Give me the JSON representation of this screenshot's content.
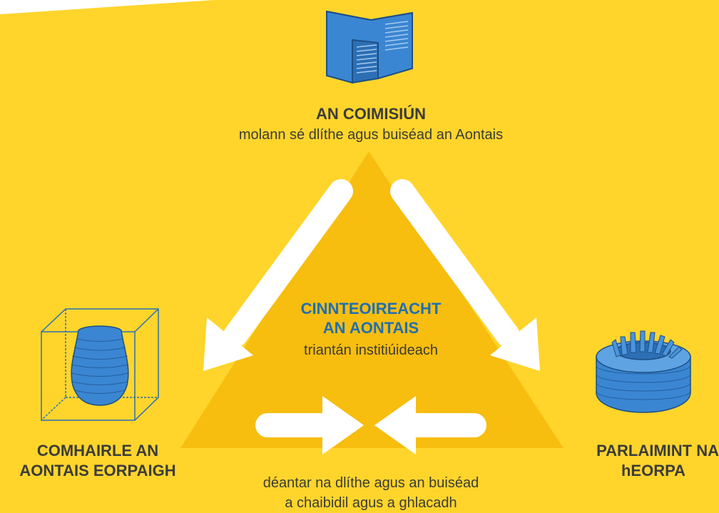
{
  "commission": {
    "title": "AN COIMISIÚN",
    "description": "molann sé dlíthe agus buiséad an Aontais"
  },
  "center": {
    "title_line1": "CINNTEOIREACHT",
    "title_line2": "AN AONTAIS",
    "subtitle": "triantán institiúideach"
  },
  "council": {
    "title_line1": "COMHAIRLE AN",
    "title_line2": "AONTAIS EORPAIGH"
  },
  "parliament": {
    "title_line1": "PARLAIMINT NA",
    "title_line2": "hEORPA"
  },
  "bottom": {
    "line1": "déantar na dlíthe agus an buiséad",
    "line2": "a chaibidil agus a ghlacadh"
  },
  "colors": {
    "background": "#ffd52b",
    "triangle": "#f7bd0f",
    "arrow": "#ffffff",
    "icon_blue": "#3a86d2",
    "title_blue": "#1f6fb2",
    "text": "#3b3b3b"
  },
  "icons": {
    "commission": "commission-building-icon",
    "council": "council-egg-in-cube-icon",
    "parliament": "parliament-hemicycle-icon"
  }
}
